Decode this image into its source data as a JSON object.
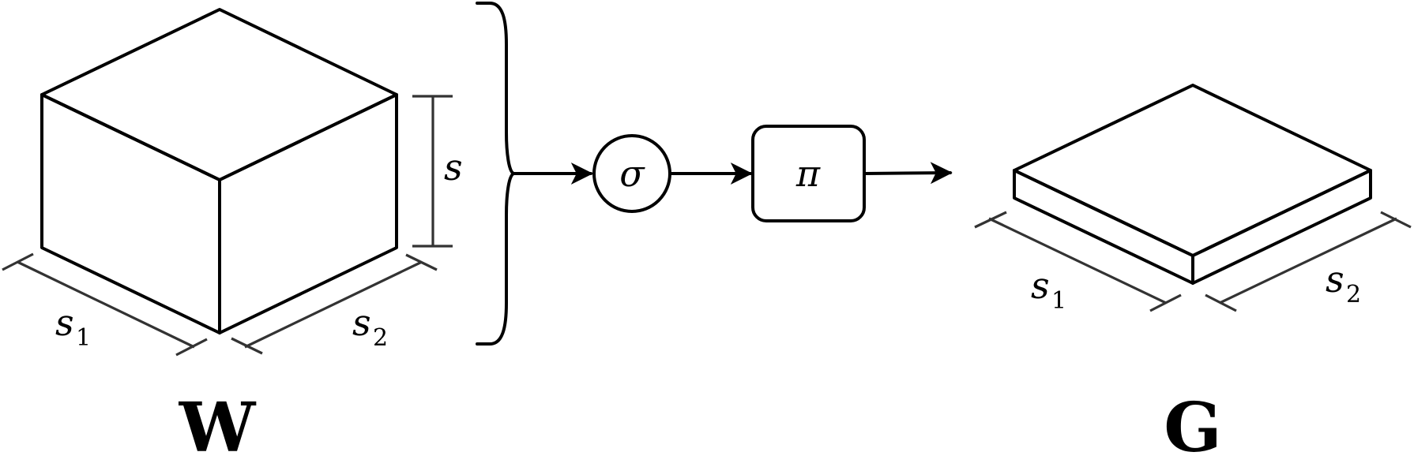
{
  "labels": {
    "w_s1": "s",
    "w_s1_sub": "1",
    "w_s2": "s",
    "w_s2_sub": "2",
    "w_s": "s",
    "g_s1": "s",
    "g_s1_sub": "1",
    "g_s2": "s",
    "g_s2_sub": "2",
    "sigma": "σ",
    "pi": "π",
    "w_name": "W",
    "g_name": "G"
  }
}
